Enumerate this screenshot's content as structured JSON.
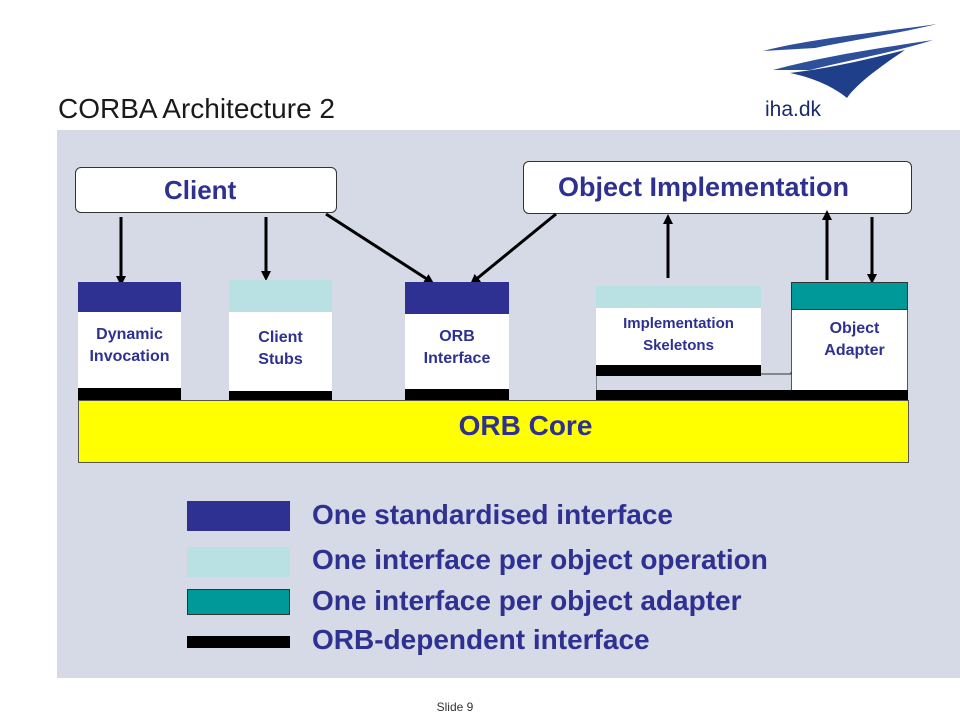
{
  "slide": {
    "title": "CORBA Architecture 2",
    "number_label": "Slide 9",
    "logo_text": "iha.dk"
  },
  "colors": {
    "panel": "#d6d9e6",
    "standard": "#2e3192",
    "per_operation": "#b9e0e2",
    "per_adapter": "#009999",
    "orb_dependent": "#000000",
    "core": "#ffff00",
    "text": "#2e3192"
  },
  "diagram": {
    "client_label": "Client",
    "object_impl_label": "Object Implementation",
    "components": {
      "dynamic_invocation": "Dynamic\nInvocation",
      "client_stubs": "Client\nStubs",
      "orb_interface": "ORB\nInterface",
      "implementation_skeletons": "Implementation\nSkeletons",
      "object_adapter": "Object\nAdapter"
    },
    "orb_core_label": "ORB Core"
  },
  "legend": {
    "standardised": "One standardised interface",
    "per_operation": "One interface per object operation",
    "per_adapter": "One interface per object adapter",
    "orb_dependent": "ORB-dependent interface"
  }
}
